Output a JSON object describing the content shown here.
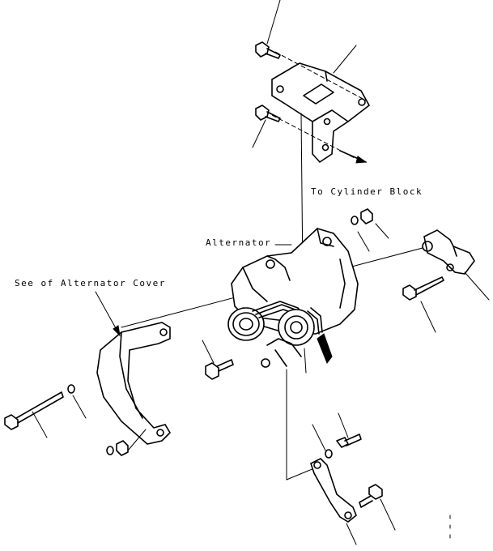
{
  "labels": {
    "to_cylinder_block": "To Cylinder Block",
    "alternator": "Alternator",
    "see_of_alternator_cover": "See of Alternator Cover"
  },
  "icons": [
    "bracket-icon",
    "bolt-icon",
    "washer-icon",
    "nut-icon",
    "alternator-icon",
    "belt-cover-icon",
    "adjust-link-icon"
  ]
}
